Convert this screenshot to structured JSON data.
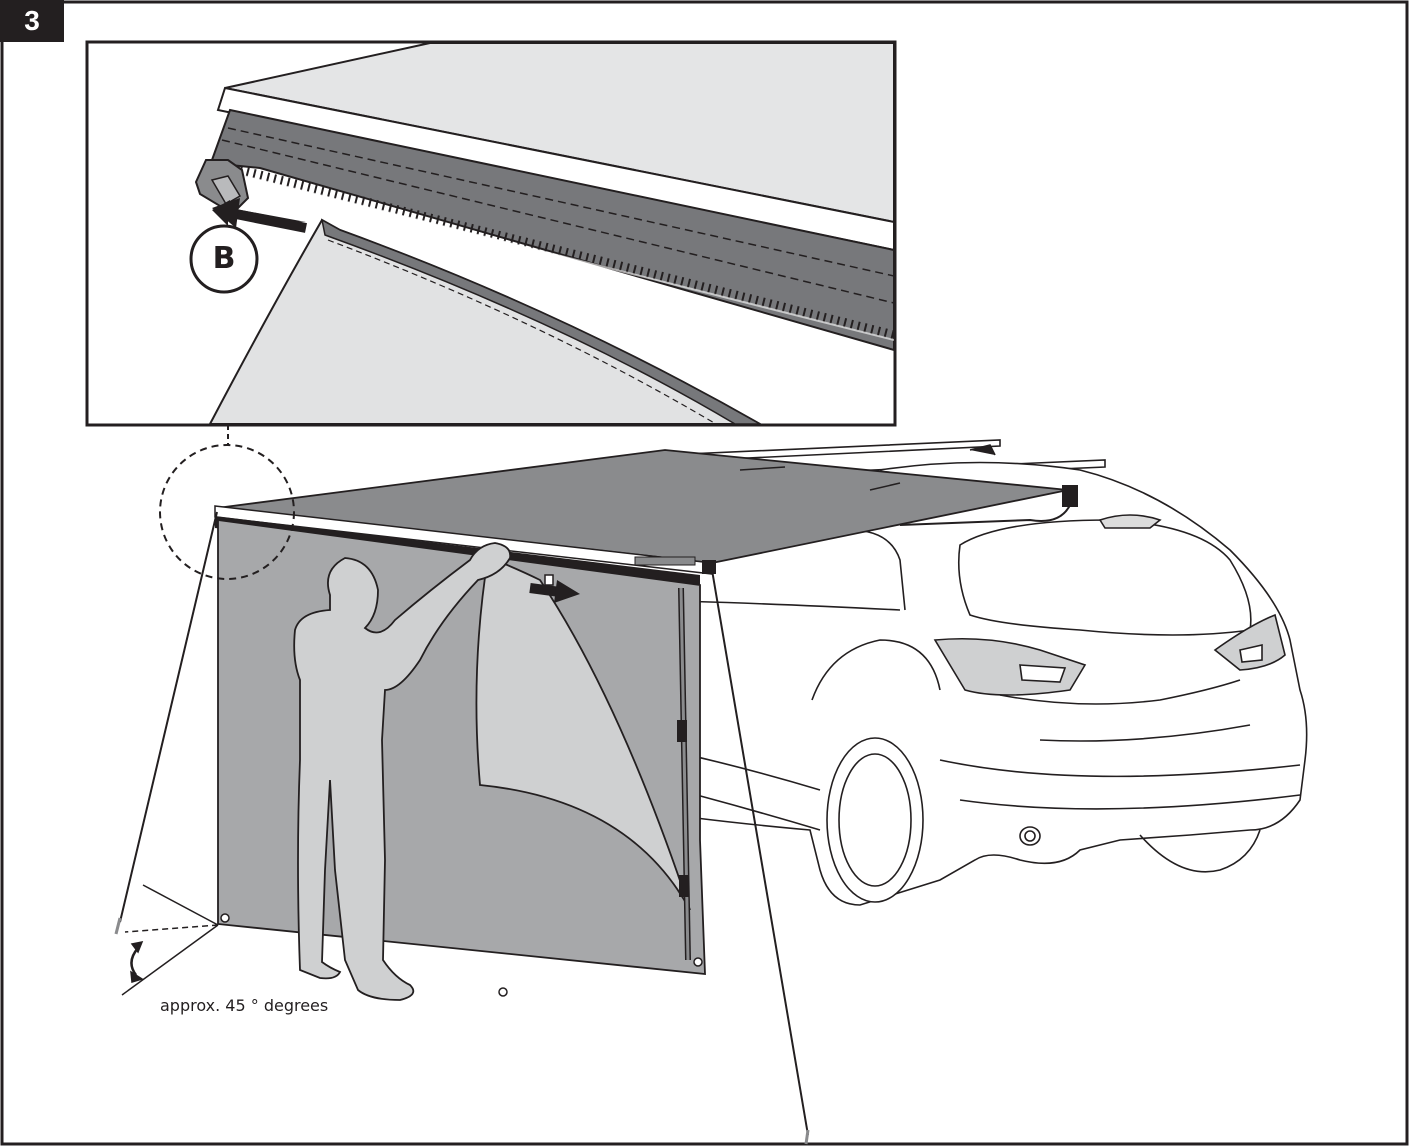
{
  "step": {
    "number": "3"
  },
  "detail": {
    "callout_letter": "B"
  },
  "annotation": {
    "angle_text": "approx. 45 ° degrees"
  },
  "colors": {
    "awning_fabric": "#8a8b8d",
    "wall_fabric": "#a7a8aa",
    "wall_fold": "#cfd0d1",
    "detail_fabric": "#e1e2e3",
    "zip_strip": "#77787b",
    "ink": "#231f20"
  },
  "icons": [
    "step-badge",
    "zoom-callout-circle",
    "arrow-right-icon",
    "arrow-left-icon",
    "angle-arrow-icon",
    "person-figure",
    "vehicle-outline"
  ]
}
